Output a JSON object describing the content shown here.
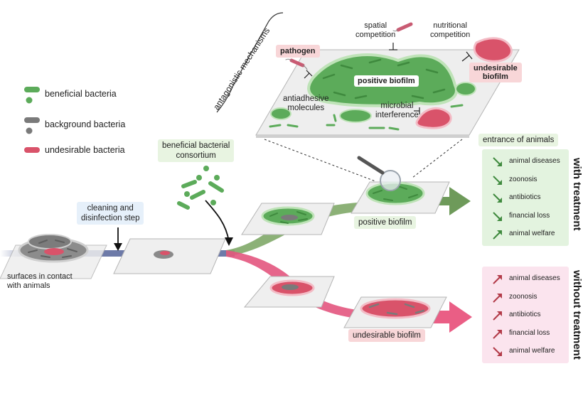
{
  "legend": {
    "beneficial": "beneficial bacteria",
    "background": "background bacteria",
    "undesirable": "undesirable bacteria"
  },
  "labels": {
    "antagonistic": "antagonistic mechanisms",
    "spatial_competition": "spatial\ncompetition",
    "nutritional_competition": "nutritional\ncompetition",
    "pathogen": "pathogen",
    "positive_biofilm_top": "positive biofilm",
    "undesirable_biofilm_top": "undesirable\nbiofilm",
    "antiadhesive": "antiadhesive\nmolecules",
    "microbial_interference": "microbial\ninterference",
    "consortium": "beneficial bacterial\nconsortium",
    "cleaning": "cleaning and\ndisinfection step",
    "surfaces": "surfaces in contact\nwith animals",
    "positive_biofilm": "positive biofilm",
    "undesirable_biofilm": "undesirable biofilm",
    "entrance": "entrance of animals"
  },
  "with_treatment": {
    "title": "with treatment",
    "items": [
      {
        "label": "animal diseases",
        "direction": "down"
      },
      {
        "label": "zoonosis",
        "direction": "down"
      },
      {
        "label": "antibiotics",
        "direction": "down"
      },
      {
        "label": "financial loss",
        "direction": "down"
      },
      {
        "label": "animal welfare",
        "direction": "up"
      }
    ]
  },
  "without_treatment": {
    "title": "without treatment",
    "items": [
      {
        "label": "animal diseases",
        "direction": "up"
      },
      {
        "label": "zoonosis",
        "direction": "up"
      },
      {
        "label": "antibiotics",
        "direction": "up"
      },
      {
        "label": "financial loss",
        "direction": "up"
      },
      {
        "label": "animal welfare",
        "direction": "down"
      }
    ]
  },
  "colors": {
    "beneficial": "#5cab5a",
    "background": "#7a7a7a",
    "undesirable": "#d9536a",
    "green_panel": "#e3f3df",
    "pink_panel": "#fbe4ee",
    "blue_box": "#e6f0fa",
    "green_box": "#e8f4e1",
    "pink_box": "#f8d6d8"
  }
}
